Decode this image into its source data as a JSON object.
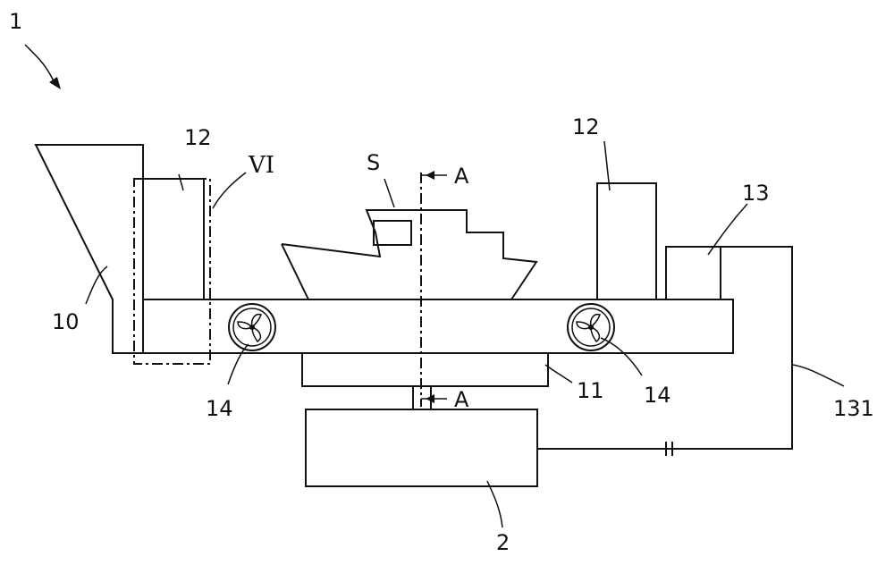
{
  "labels": {
    "apparatus": "1",
    "hull": "10",
    "lift_left": "12",
    "lift_right": "12",
    "detail_view": "VI",
    "ship": "S",
    "section_top": "A",
    "section_bottom": "A",
    "control_box": "13",
    "base": "11",
    "thruster_left": "14",
    "thruster_right": "14",
    "cable": "131",
    "remote_unit": "2"
  },
  "icons": {
    "thruster": "propeller-icon",
    "cable_break": "break-mark-icon"
  }
}
